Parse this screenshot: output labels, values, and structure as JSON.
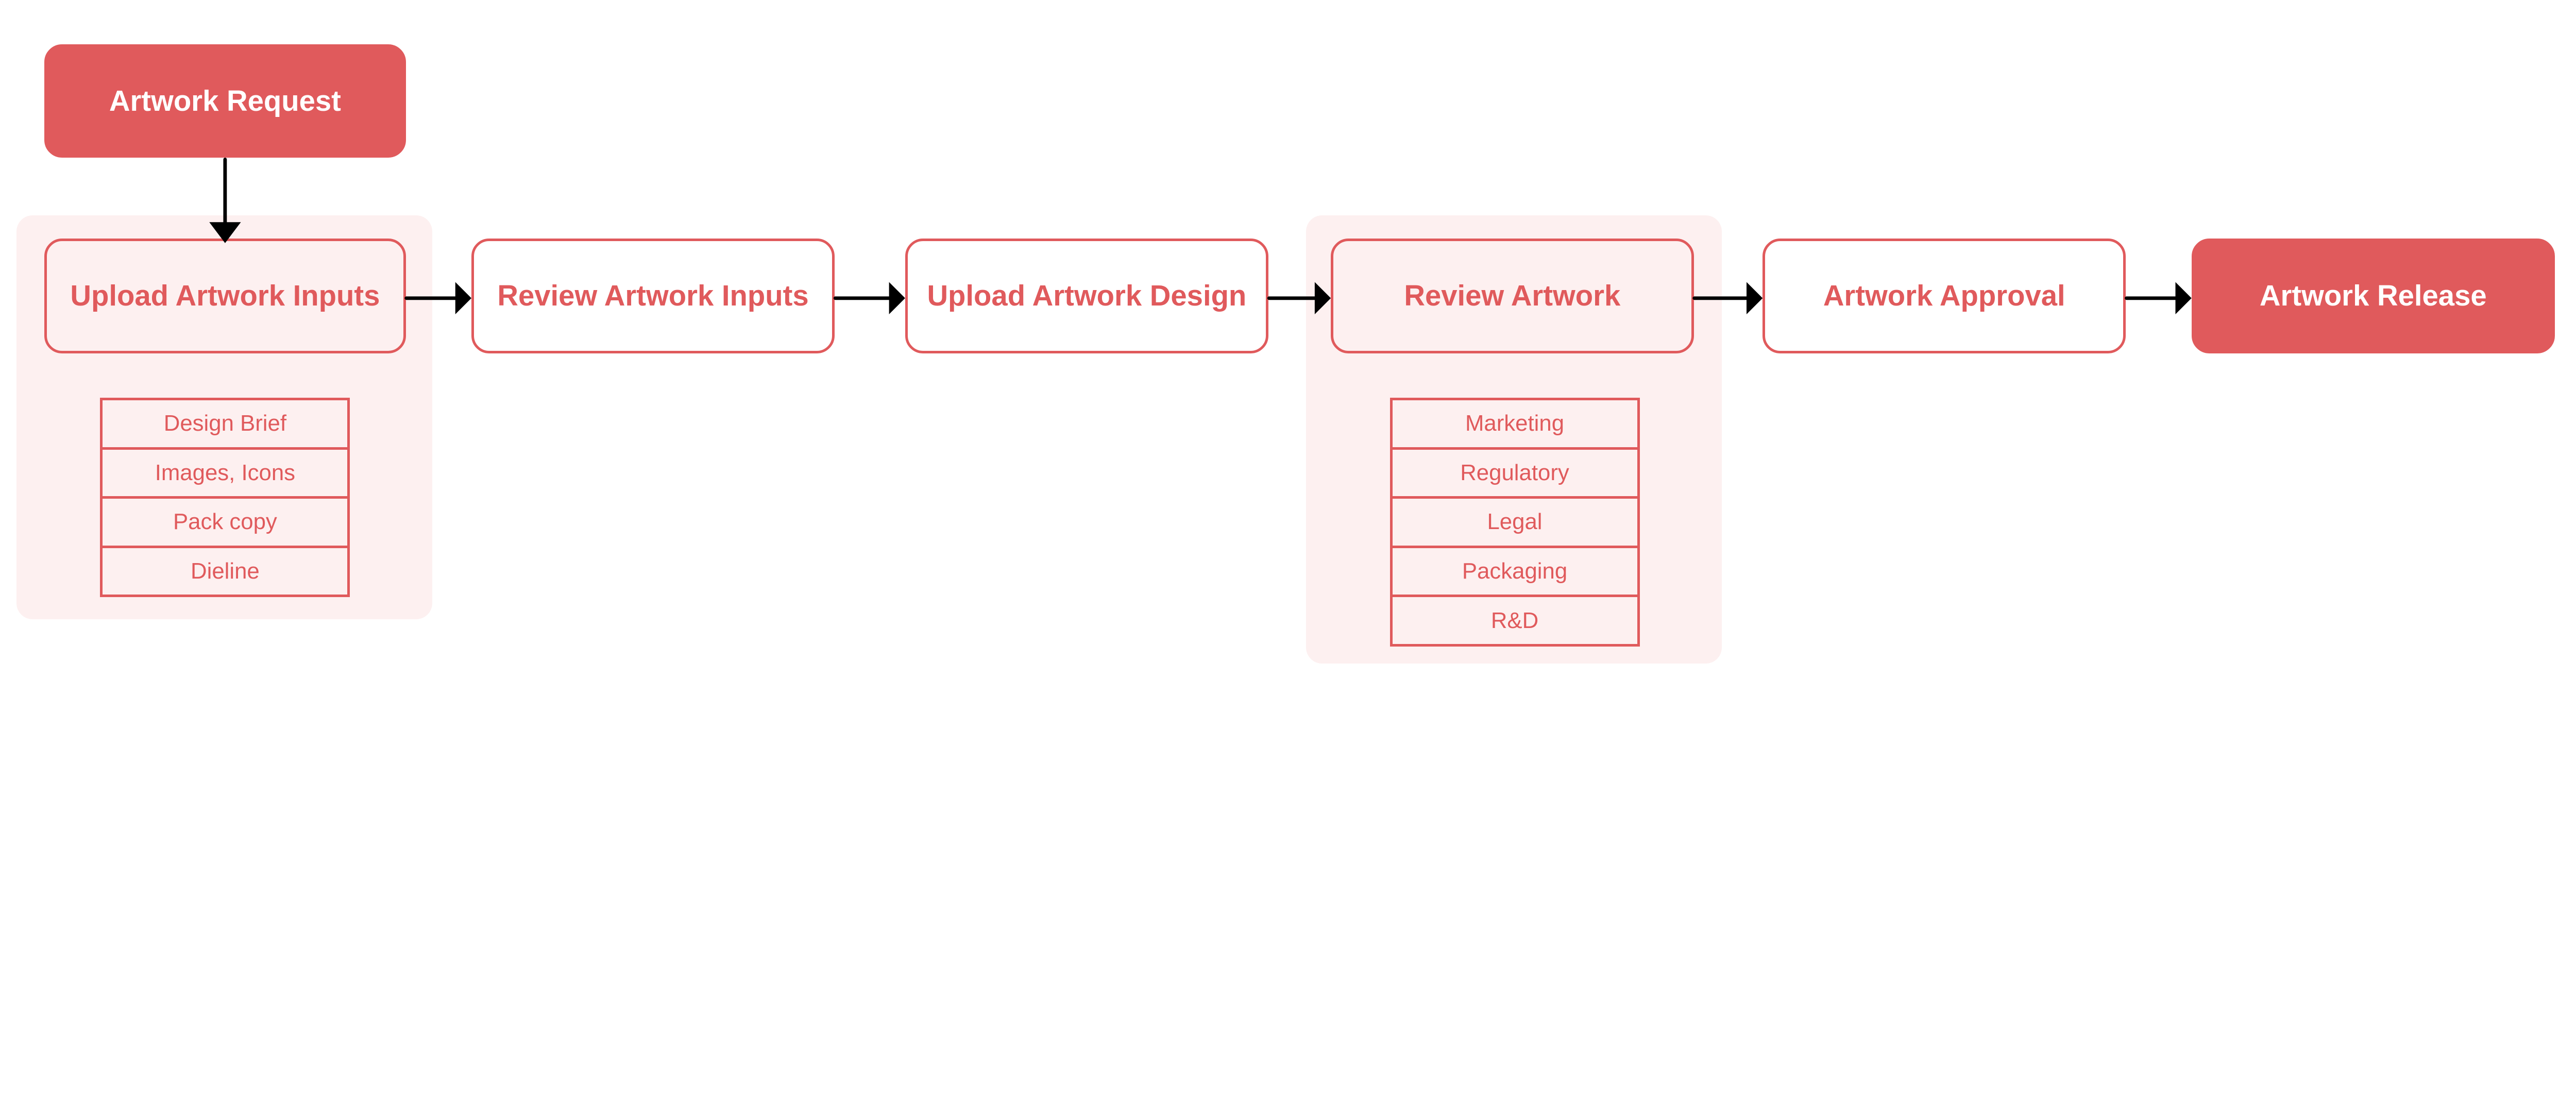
{
  "colors": {
    "accent": "#e05a5c",
    "panel_tint": "#fdf0f0",
    "arrow": "#000000"
  },
  "steps": {
    "request": "Artwork Request",
    "upload_inputs": "Upload Artwork Inputs",
    "review_inputs": "Review Artwork Inputs",
    "upload_design": "Upload Artwork Design",
    "review_artwork": "Review Artwork",
    "approval": "Artwork Approval",
    "release": "Artwork Release"
  },
  "inputs_list": [
    "Design Brief",
    "Images, Icons",
    "Pack copy",
    "Dieline"
  ],
  "reviewers_list": [
    "Marketing",
    "Regulatory",
    "Legal",
    "Packaging",
    "R&D"
  ]
}
